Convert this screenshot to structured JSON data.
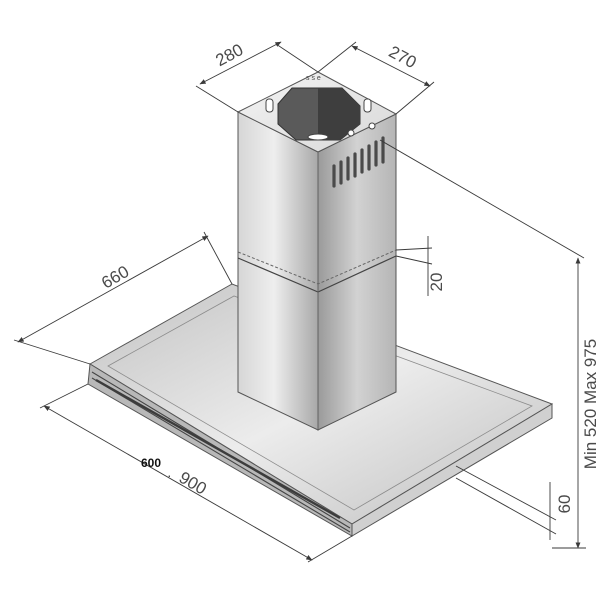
{
  "dimensions": {
    "chimney_width": "280",
    "chimney_depth": "270",
    "hood_depth": "660",
    "joint_gap": "20",
    "height_range": "Min 520 Max 975",
    "hood_height": "60",
    "width_small": "600",
    "width_separator": "·",
    "width_large": "900"
  },
  "colors": {
    "steel_light": "#e6e6e6",
    "steel_mid": "#c9c9c9",
    "steel_dark": "#9d9d9d",
    "vent": "#4a4a4a",
    "dimension_line": "#3a3a3a"
  }
}
